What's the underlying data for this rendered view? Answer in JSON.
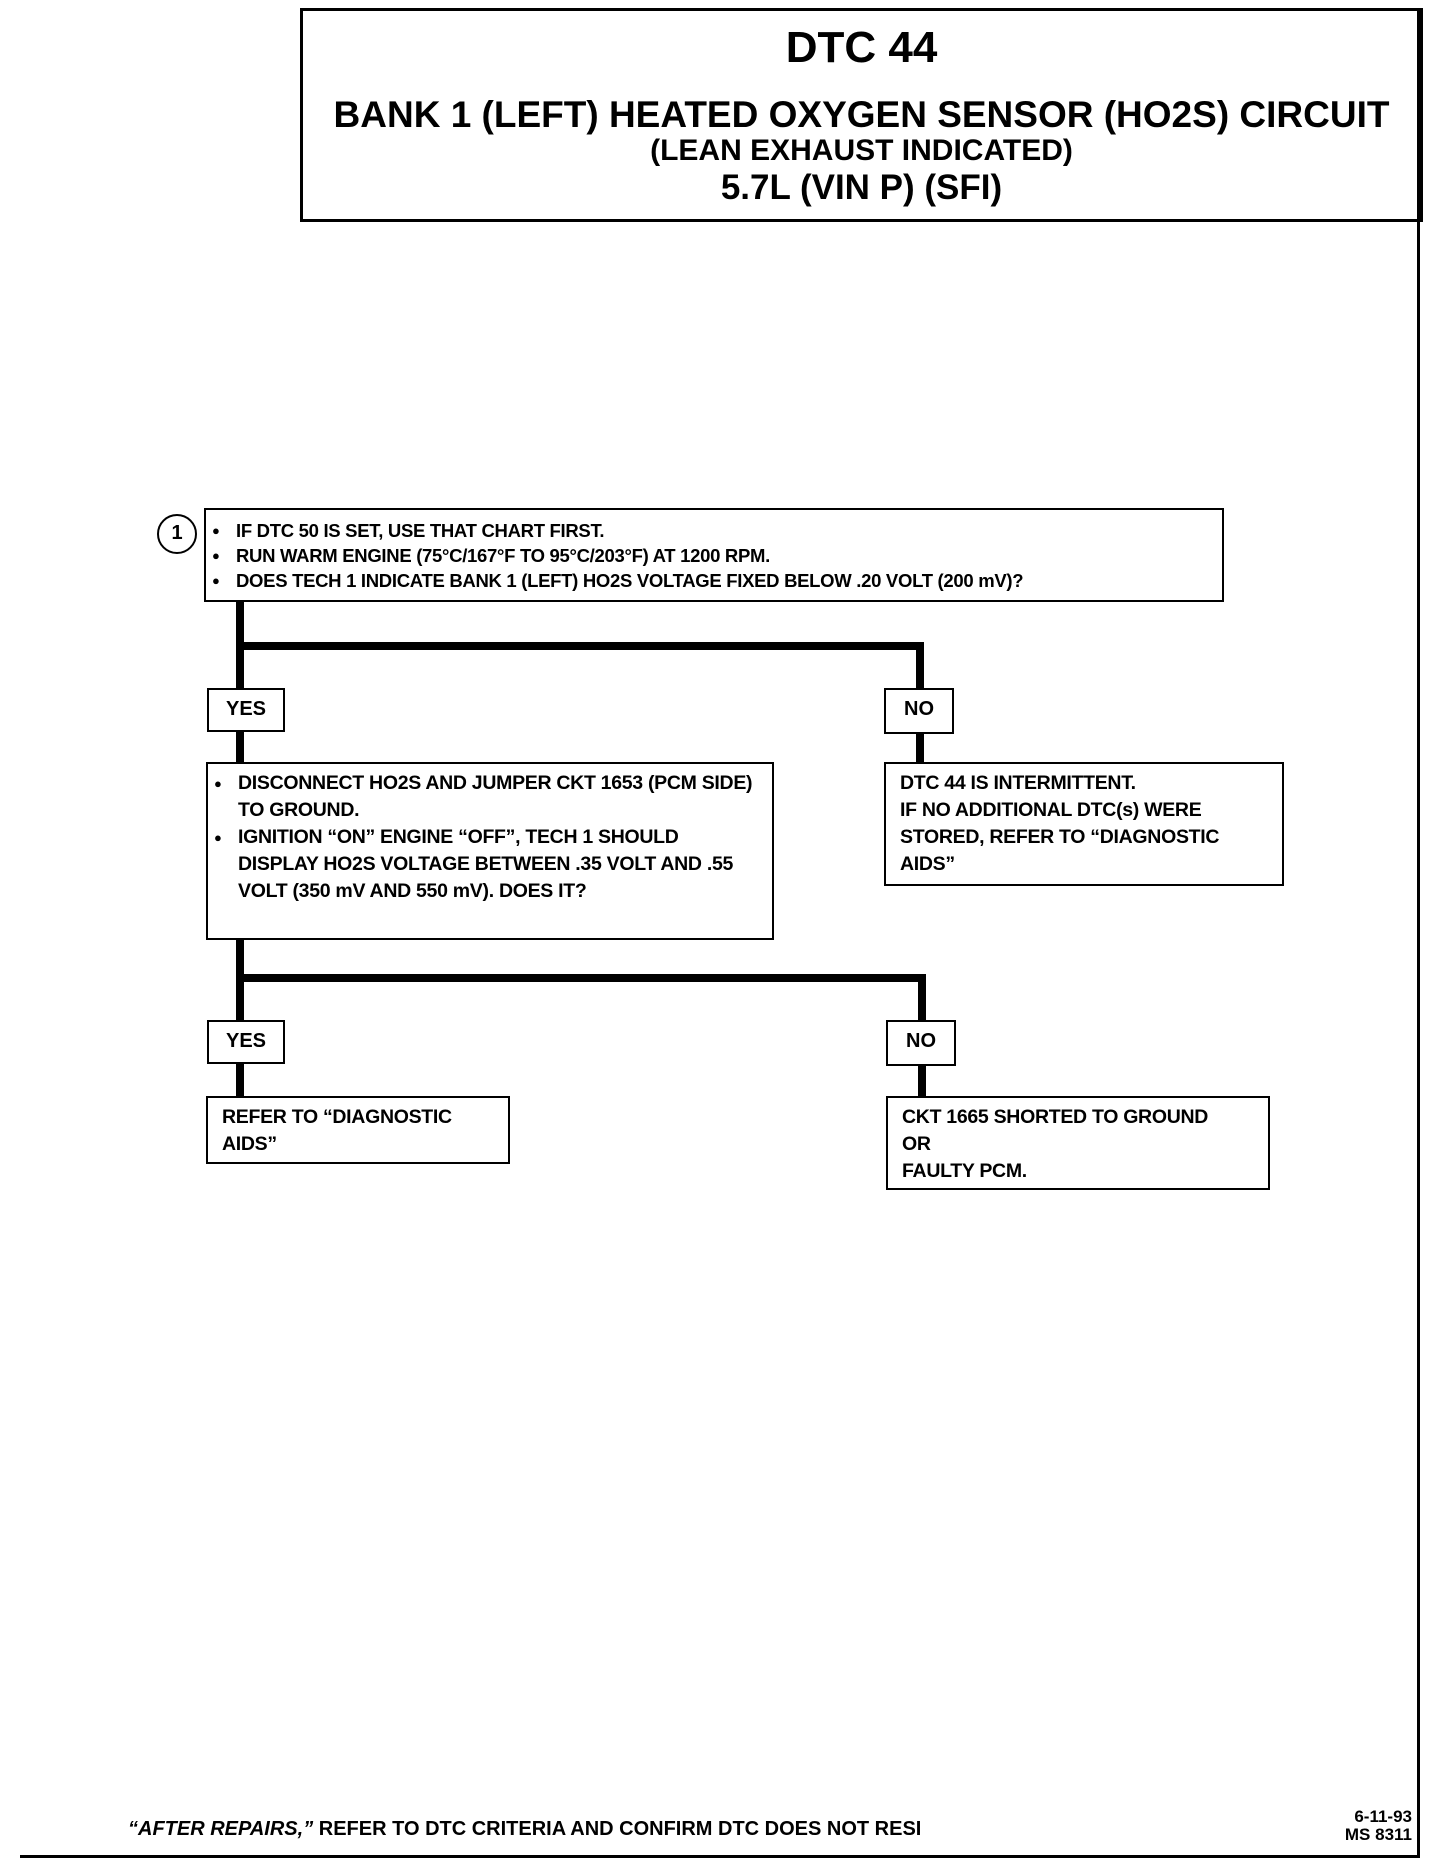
{
  "header": {
    "dtc": "DTC 44",
    "title": "BANK 1 (LEFT) HEATED OXYGEN SENSOR (HO2S) CIRCUIT",
    "subtitle": "(LEAN EXHAUST INDICATED)",
    "engine": "5.7L  (VIN P) (SFI)"
  },
  "flowchart": {
    "step_marker": "1",
    "step1": [
      "IF DTC 50 IS SET, USE THAT CHART FIRST.",
      "RUN WARM ENGINE (75°C/167°F TO 95°C/203°F) AT 1200 RPM.",
      "DOES TECH 1 INDICATE BANK 1 (LEFT) HO2S VOLTAGE FIXED BELOW .20 VOLT (200 mV)?"
    ],
    "yes_label_1": "YES",
    "no_label_1": "NO",
    "step2": [
      "DISCONNECT HO2S AND JUMPER CKT 1653 (PCM SIDE) TO GROUND.",
      "IGNITION “ON” ENGINE “OFF”, TECH 1 SHOULD DISPLAY HO2S VOLTAGE BETWEEN .35 VOLT AND .55 VOLT (350 mV AND 550 mV). DOES IT?"
    ],
    "intermittent": [
      "DTC 44 IS INTERMITTENT.",
      "IF NO ADDITIONAL DTC(s) WERE STORED, REFER TO  “DIAGNOSTIC AIDS”"
    ],
    "yes_label_2": "YES",
    "no_label_2": "NO",
    "refer_aids": "REFER TO  “DIAGNOSTIC AIDS”",
    "shorted": [
      "CKT 1665 SHORTED TO GROUND",
      "OR",
      "FAULTY PCM."
    ]
  },
  "footer": {
    "note_italic": "“AFTER REPAIRS,”",
    "note_rest": " REFER TO DTC CRITERIA   AND CONFIRM DTC DOES NOT RESI",
    "date": "6-11-93",
    "code": "MS 8311"
  }
}
